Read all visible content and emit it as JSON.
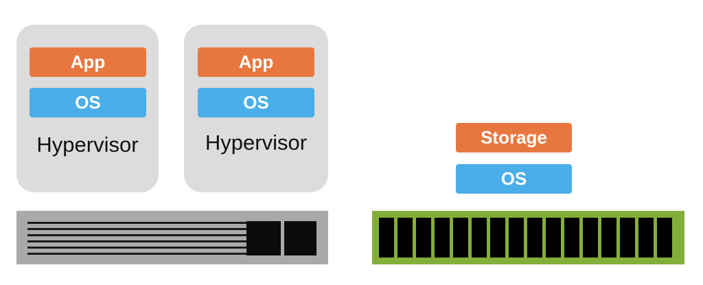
{
  "colors": {
    "app": "#e8773f",
    "os": "#4aaee8",
    "card": "#dcdcdc",
    "server_chassis": "#a9a9a9",
    "storage_chassis": "#84ae3a",
    "black": "#000000"
  },
  "hypervisors": [
    {
      "app_label": "App",
      "os_label": "OS",
      "label": "Hypervisor"
    },
    {
      "app_label": "App",
      "os_label": "OS",
      "label": "Hypervisor"
    }
  ],
  "storage_stack": {
    "storage_label": "Storage",
    "os_label": "OS"
  }
}
